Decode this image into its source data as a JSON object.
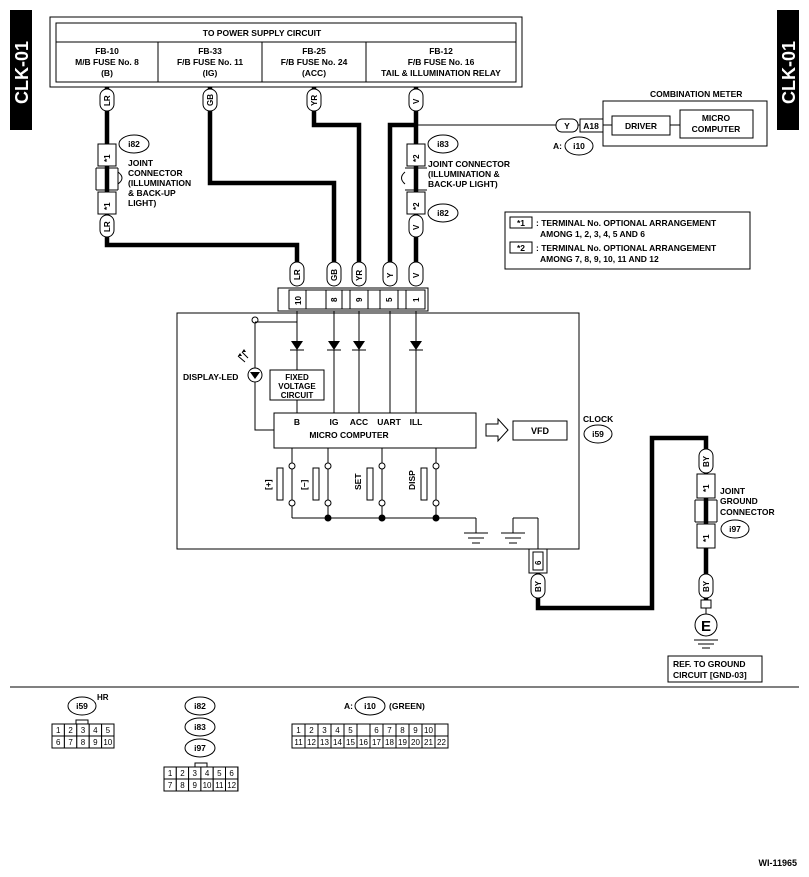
{
  "tabs": {
    "left": "CLK-01",
    "right": "CLK-01"
  },
  "power_supply": {
    "title": "TO POWER SUPPLY CIRCUIT",
    "fuses": [
      {
        "id": "FB-10",
        "line1": "M/B FUSE No. 8",
        "line2": "(B)"
      },
      {
        "id": "FB-33",
        "line1": "F/B FUSE No. 11",
        "line2": "(IG)"
      },
      {
        "id": "FB-25",
        "line1": "F/B FUSE No. 24",
        "line2": "(ACC)"
      },
      {
        "id": "FB-12",
        "line1": "F/B FUSE No. 16",
        "line2": "TAIL & ILLUMINATION RELAY"
      }
    ]
  },
  "wire_colors": {
    "lr": "LR",
    "gb": "GB",
    "yr": "YR",
    "v": "V",
    "y": "Y",
    "by": "BY"
  },
  "connectors": {
    "i82": "i82",
    "i83": "i83",
    "i10": "i10",
    "i59": "i59",
    "i97": "i97",
    "a_prefix": "A:",
    "a18": "A18",
    "hr": "HR",
    "green": "(GREEN)"
  },
  "markers": {
    "s1": "*1",
    "s2": "*2"
  },
  "labels": {
    "joint_left": [
      "JOINT",
      "CONNECTOR",
      "(ILLUMINATION",
      "& BACK-UP",
      "LIGHT)"
    ],
    "joint_right": [
      "JOINT CONNECTOR",
      "(ILLUMINATION &",
      "BACK-UP LIGHT)"
    ],
    "combination_meter": "COMBINATION METER",
    "driver": "DRIVER",
    "micro_computer_1": "MICRO",
    "micro_computer_2": "COMPUTER",
    "display_led": "DISPLAY-LED",
    "fixed_voltage": [
      "FIXED",
      "VOLTAGE",
      "CIRCUIT"
    ],
    "micro_computer": "MICRO COMPUTER",
    "vfd": "VFD",
    "clock": "CLOCK",
    "joint_ground": [
      "JOINT",
      "GROUND",
      "CONNECTOR"
    ],
    "ground_symbol": "E",
    "ref_ground": [
      "REF. TO GROUND",
      "CIRCUIT [GND-03]"
    ],
    "diagram_id": "WI-11965"
  },
  "mc_pins": {
    "b": "B",
    "ig": "IG",
    "acc": "ACC",
    "uart": "UART",
    "ill": "ILL"
  },
  "switches": {
    "plus": "[+]",
    "minus": "[–]",
    "set": "SET",
    "disp": "DISP"
  },
  "terminal_note": {
    "r1_line1": ": TERMINAL No. OPTIONAL ARRANGEMENT",
    "r1_line2": "AMONG 1, 2, 3, 4, 5 AND 6",
    "r2_line1": ": TERMINAL No. OPTIONAL ARRANGEMENT",
    "r2_line2": "AMONG 7, 8, 9, 10, 11 AND 12"
  },
  "clock_connector": {
    "pins": [
      {
        "num": "10",
        "color": "LR"
      },
      {
        "num": "8",
        "color": "GB"
      },
      {
        "num": "9",
        "color": "YR"
      },
      {
        "num": "5",
        "color": "Y"
      },
      {
        "num": "1",
        "color": "V"
      }
    ],
    "ground_pin": "6"
  },
  "connector_faces": {
    "i59": {
      "row1": [
        "1",
        "2",
        "3",
        "4",
        "5"
      ],
      "row2": [
        "6",
        "7",
        "8",
        "9",
        "10"
      ]
    },
    "i97": {
      "row1": [
        "1",
        "2",
        "3",
        "4",
        "5",
        "6"
      ],
      "row2": [
        "7",
        "8",
        "9",
        "10",
        "11",
        "12"
      ]
    },
    "i10": {
      "row1": [
        "1",
        "2",
        "3",
        "4",
        "5",
        "",
        "6",
        "7",
        "8",
        "9",
        "10"
      ],
      "row2": [
        "11",
        "12",
        "13",
        "14",
        "15",
        "16",
        "17",
        "18",
        "19",
        "20",
        "21",
        "22"
      ]
    }
  }
}
